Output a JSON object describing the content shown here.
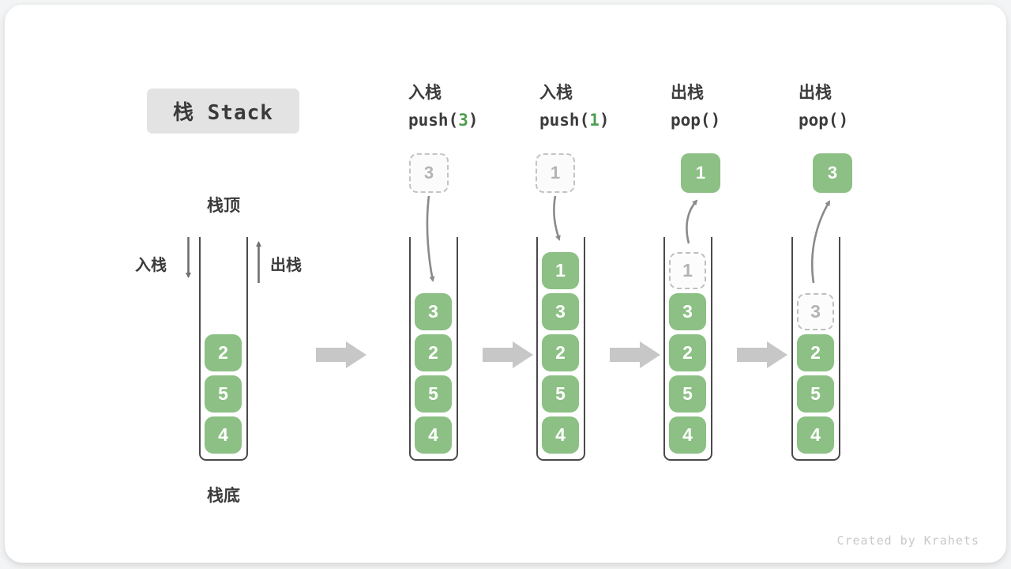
{
  "title": "栈 Stack",
  "side_labels": {
    "top": "栈顶",
    "bottom": "栈底",
    "push": "入栈",
    "pop": "出栈"
  },
  "operations": [
    {
      "name": "入栈",
      "code_pre": "push(",
      "code_arg": "3",
      "code_post": ")"
    },
    {
      "name": "入栈",
      "code_pre": "push(",
      "code_arg": "1",
      "code_post": ")"
    },
    {
      "name": "出栈",
      "code_pre": "pop(",
      "code_arg": "",
      "code_post": ")"
    },
    {
      "name": "出栈",
      "code_pre": "pop(",
      "code_arg": "",
      "code_post": ")"
    }
  ],
  "floating_boxes": [
    {
      "value": "3",
      "variant": "dashed"
    },
    {
      "value": "1",
      "variant": "dashed"
    },
    {
      "value": "1",
      "variant": "solid"
    },
    {
      "value": "3",
      "variant": "solid"
    }
  ],
  "stacks": [
    {
      "items": [
        {
          "value": "2",
          "variant": "solid"
        },
        {
          "value": "5",
          "variant": "solid"
        },
        {
          "value": "4",
          "variant": "solid"
        }
      ]
    },
    {
      "items": [
        {
          "value": "3",
          "variant": "solid"
        },
        {
          "value": "2",
          "variant": "solid"
        },
        {
          "value": "5",
          "variant": "solid"
        },
        {
          "value": "4",
          "variant": "solid"
        }
      ]
    },
    {
      "items": [
        {
          "value": "1",
          "variant": "solid"
        },
        {
          "value": "3",
          "variant": "solid"
        },
        {
          "value": "2",
          "variant": "solid"
        },
        {
          "value": "5",
          "variant": "solid"
        },
        {
          "value": "4",
          "variant": "solid"
        }
      ]
    },
    {
      "items": [
        {
          "value": "1",
          "variant": "ghost"
        },
        {
          "value": "3",
          "variant": "solid"
        },
        {
          "value": "2",
          "variant": "solid"
        },
        {
          "value": "5",
          "variant": "solid"
        },
        {
          "value": "4",
          "variant": "solid"
        }
      ]
    },
    {
      "items": [
        {
          "value": "3",
          "variant": "ghost"
        },
        {
          "value": "2",
          "variant": "solid"
        },
        {
          "value": "5",
          "variant": "solid"
        },
        {
          "value": "4",
          "variant": "solid"
        }
      ]
    }
  ],
  "watermark": "Created by Krahets",
  "colors": {
    "box_green": "#8cc084",
    "code_arg_green": "#4f9d51",
    "title_chip_bg": "#e3e3e3",
    "text_dark": "#3b3b3b",
    "ghost_gray": "#bfbfbf",
    "curve_arrow_gray": "#8a8a8a",
    "block_arrow_gray": "#c7c7c7"
  }
}
